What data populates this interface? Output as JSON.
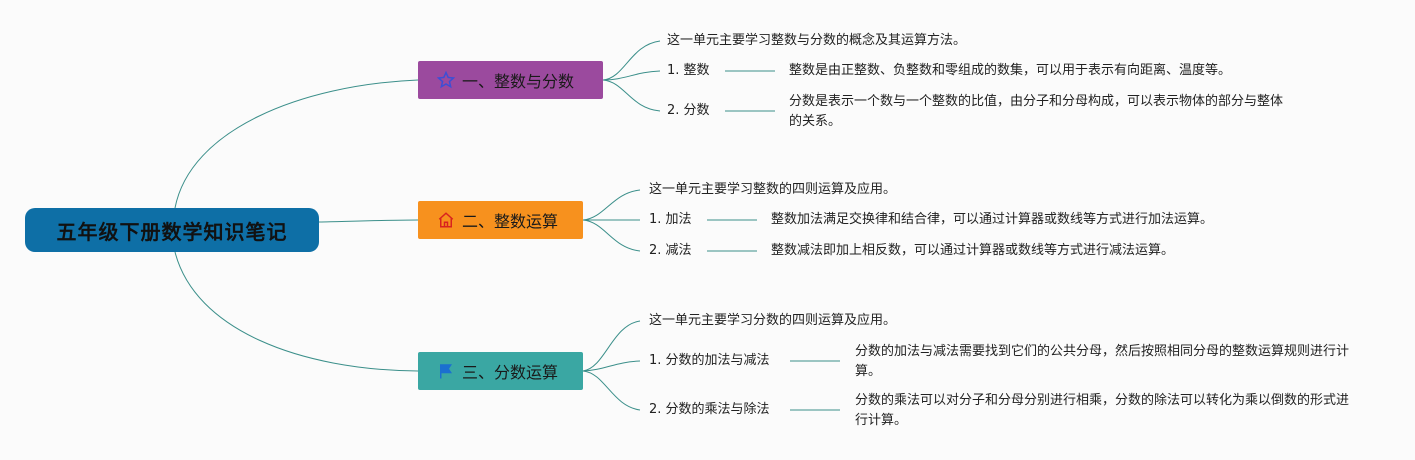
{
  "root": {
    "title": "五年级下册数学知识笔记"
  },
  "branches": [
    {
      "title": "一、整数与分数",
      "icon": "star-icon",
      "color": "#9b4a9e",
      "intro": "这一单元主要学习整数与分数的概念及其运算方法。",
      "items": [
        {
          "label": "1. 整数",
          "desc": "整数是由正整数、负整数和零组成的数集，可以用于表示有向距离、温度等。"
        },
        {
          "label": "2. 分数",
          "desc": "分数是表示一个数与一个整数的比值，由分子和分母构成，可以表示物体的部分与整体的关系。"
        }
      ]
    },
    {
      "title": "二、整数运算",
      "icon": "house-icon",
      "color": "#f7911e",
      "intro": "这一单元主要学习整数的四则运算及应用。",
      "items": [
        {
          "label": "1. 加法",
          "desc": "整数加法满足交换律和结合律，可以通过计算器或数线等方式进行加法运算。"
        },
        {
          "label": "2. 减法",
          "desc": "整数减法即加上相反数，可以通过计算器或数线等方式进行减法运算。"
        }
      ]
    },
    {
      "title": "三、分数运算",
      "icon": "flag-icon",
      "color": "#3aa7a3",
      "intro": "这一单元主要学习分数的四则运算及应用。",
      "items": [
        {
          "label": "1. 分数的加法与减法",
          "desc": "分数的加法与减法需要找到它们的公共分母，然后按照相同分母的整数运算规则进行计算。"
        },
        {
          "label": "2. 分数的乘法与除法",
          "desc": "分数的乘法可以对分子和分母分别进行相乘，分数的除法可以转化为乘以倒数的形式进行计算。"
        }
      ]
    }
  ]
}
